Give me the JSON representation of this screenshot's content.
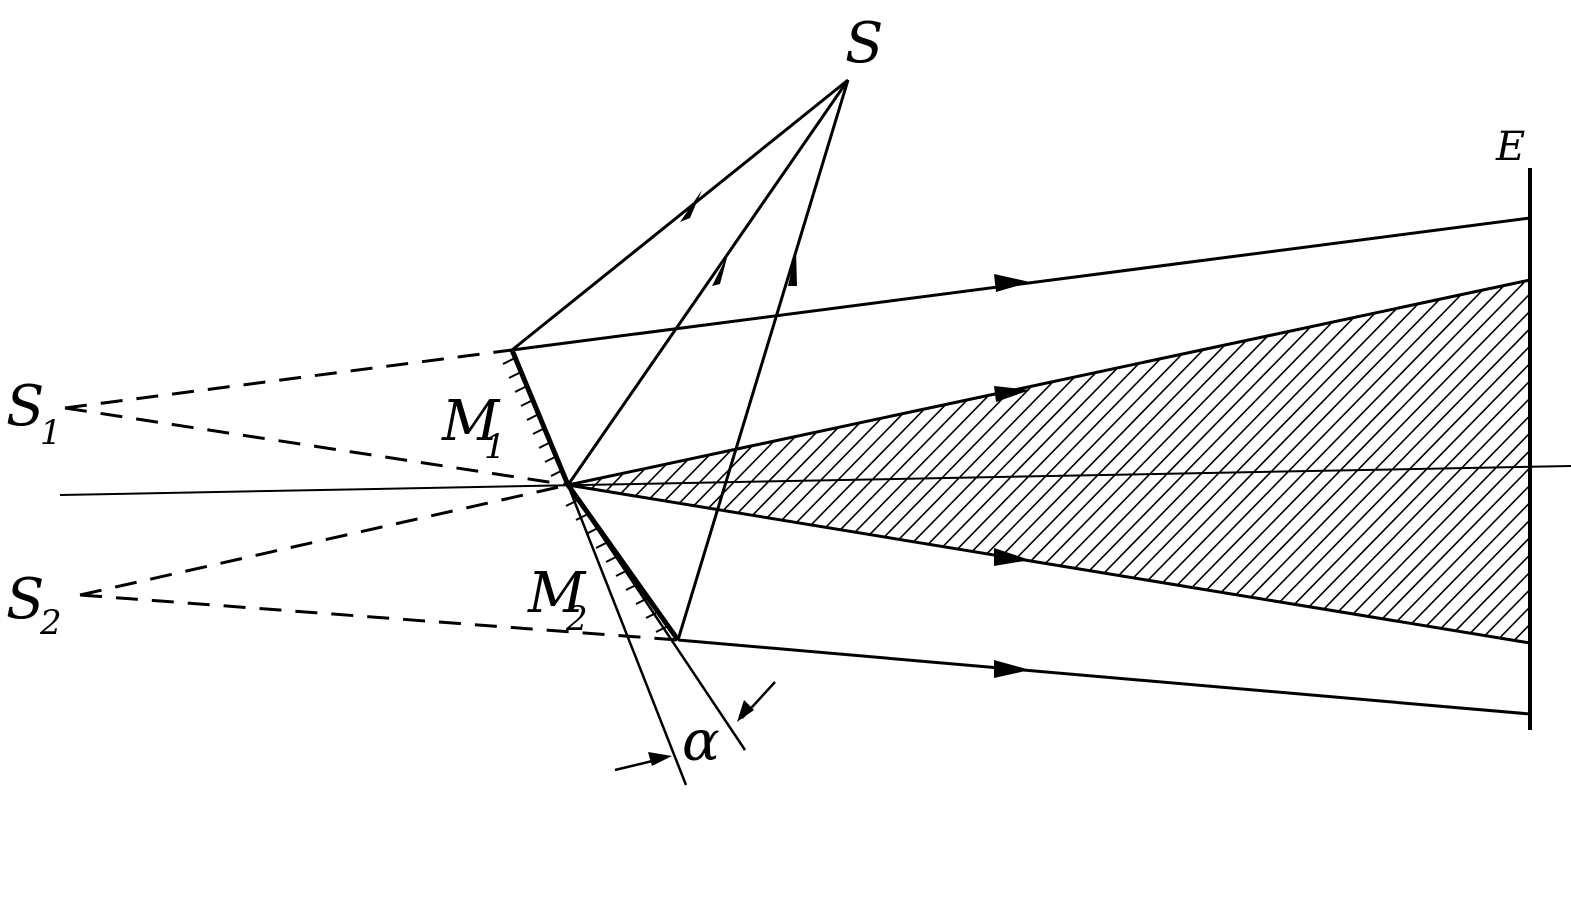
{
  "diagram": {
    "labels": {
      "source": "S",
      "image1": "S",
      "image1_sub": "1",
      "image2": "S",
      "image2_sub": "2",
      "mirror1": "M",
      "mirror1_sub": "1",
      "mirror2": "M",
      "mirror2_sub": "2",
      "screen": "E",
      "angle": "α"
    },
    "colors": {
      "ink": "#000000",
      "background": "#ffffff"
    }
  }
}
